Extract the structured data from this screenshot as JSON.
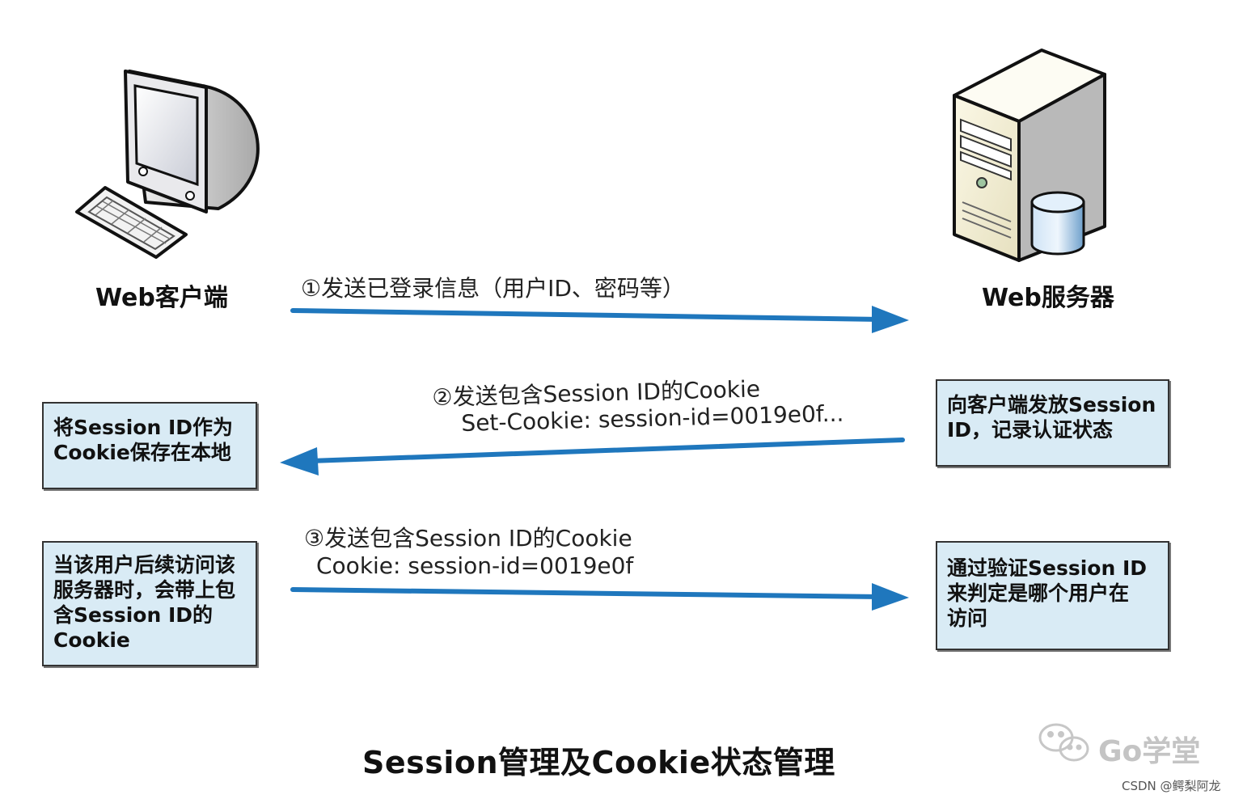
{
  "nodes": {
    "client": {
      "label": "Web客户端"
    },
    "server": {
      "label": "Web服务器"
    }
  },
  "messages": [
    {
      "line1": "①发送已登录信息（用户ID、密码等）"
    },
    {
      "line1": "②发送包含Session ID的Cookie",
      "line2": "Set-Cookie: session-id=0019e0f..."
    },
    {
      "line1": "③发送包含Session ID的Cookie",
      "line2": "Cookie: session-id=0019e0f"
    }
  ],
  "boxes": {
    "client_save": [
      "将Session ID作为",
      "Cookie保存在本地"
    ],
    "server_issue": [
      "向客户端发放Session",
      "ID，记录认证状态"
    ],
    "client_revisit": [
      "当该用户后续访问该",
      "服务器时，会带上包",
      "含Session ID的",
      "Cookie"
    ],
    "server_verify": [
      "通过验证Session ID",
      "来判定是哪个用户在",
      "访问"
    ]
  },
  "caption": "Session管理及Cookie状态管理",
  "watermark": {
    "text": "Go学堂",
    "icon": "wechat-icon"
  },
  "credit": "CSDN @鳄梨阿龙",
  "colors": {
    "arrow": "#1f77bd",
    "box_fill": "#d9ebf5",
    "box_border": "#333333"
  }
}
